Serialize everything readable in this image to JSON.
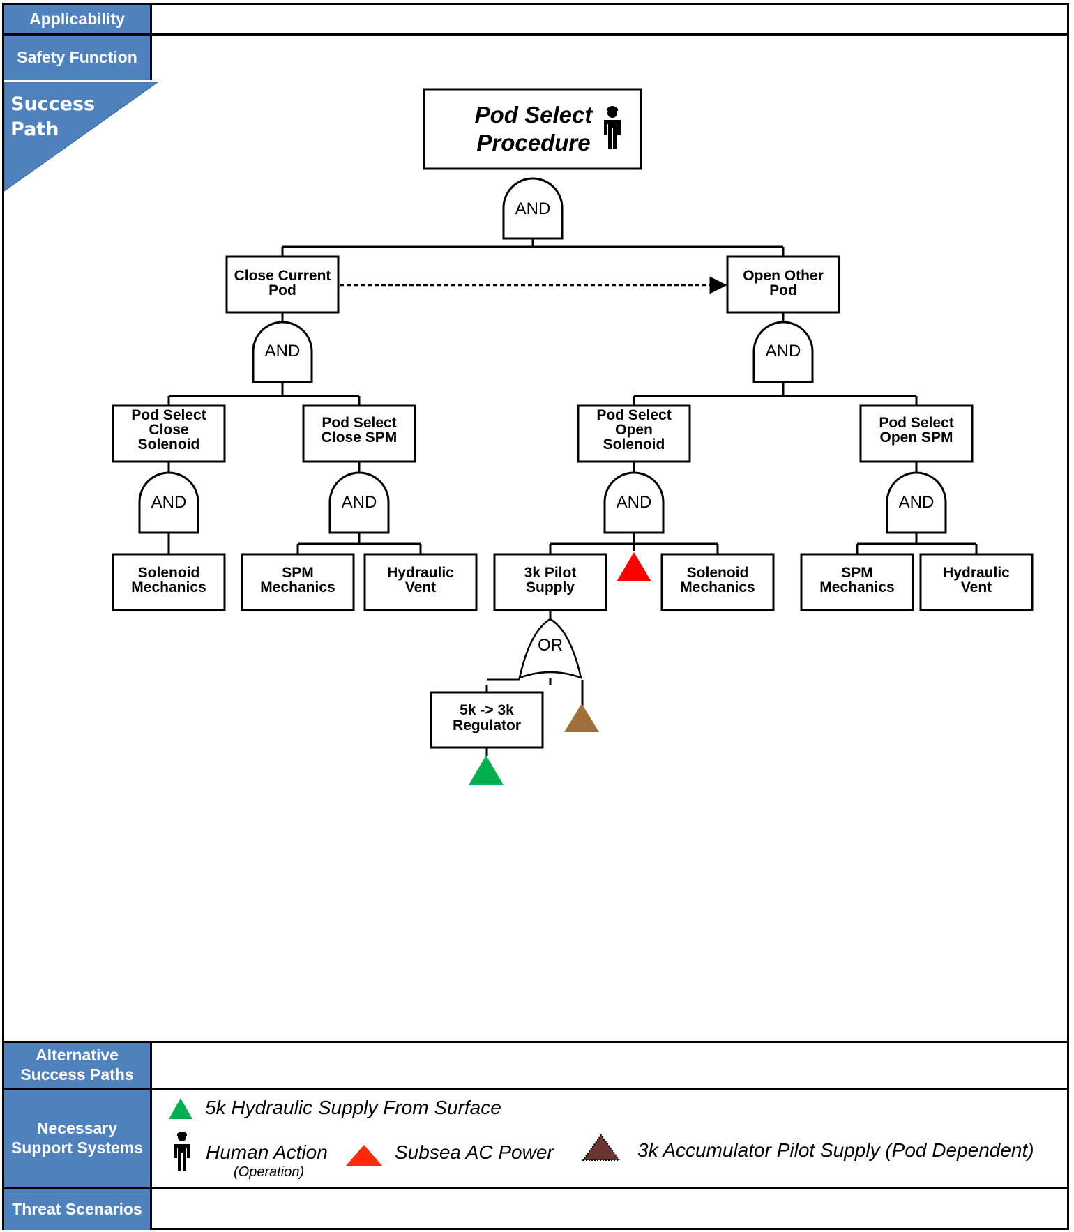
{
  "sections": {
    "applicability": "Applicability",
    "safety_function": "Safety Function",
    "success_path": [
      "Success",
      "Path"
    ],
    "alternative_success_paths": [
      "Alternative",
      "Success Paths"
    ],
    "necessary_support_systems": [
      "Necessary",
      "Support Systems"
    ],
    "threat_scenarios": "Threat Scenarios"
  },
  "tree": {
    "top_event": [
      "Pod Select",
      "Procedure"
    ],
    "gate_and": "AND",
    "gate_or": "OR",
    "close_current_pod": [
      "Close Current",
      "Pod"
    ],
    "open_other_pod": [
      "Open Other",
      "Pod"
    ],
    "pod_select_close_solenoid": [
      "Pod Select",
      "Close",
      "Solenoid"
    ],
    "pod_select_close_spm": [
      "Pod Select",
      "Close SPM"
    ],
    "pod_select_open_solenoid": [
      "Pod Select",
      "Open",
      "Solenoid"
    ],
    "pod_select_open_spm": [
      "Pod Select",
      "Open SPM"
    ],
    "solenoid_mechanics": [
      "Solenoid",
      "Mechanics"
    ],
    "spm_mechanics": [
      "SPM",
      "Mechanics"
    ],
    "hydraulic_vent": [
      "Hydraulic",
      "Vent"
    ],
    "pilot_supply_3k": [
      "3k Pilot",
      "Supply"
    ],
    "regulator": [
      "5k -> 3k",
      "Regulator"
    ]
  },
  "legend": {
    "hydraulic_supply": "5k Hydraulic Supply From Surface",
    "human_action": "Human Action",
    "human_action_sub": "(Operation)",
    "subsea_ac_power": "Subsea AC Power",
    "accumulator_pilot": "3k  Accumulator Pilot Supply (Pod Dependent)"
  },
  "colors": {
    "header_blue": "#4f81bd",
    "green_triangle": "#00b050",
    "red_triangle": "#ff0000",
    "brown_triangle": "#a0703a",
    "dark_triangle": "#6b3530"
  },
  "icons": [
    "human-action-icon",
    "green-triangle-icon",
    "red-triangle-icon",
    "brown-triangle-icon"
  ]
}
